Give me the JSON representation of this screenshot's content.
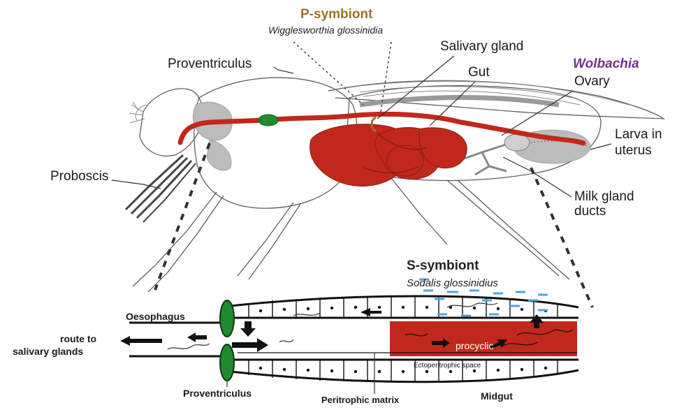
{
  "labels": {
    "p_symbiont_title": "P-symbiont",
    "p_symbiont_species": "Wigglesworthia glossinidia",
    "salivary_gland": "Salivary gland",
    "proventriculus_top": "Proventriculus",
    "wolbachia": "Wolbachia",
    "gut": "Gut",
    "ovary": "Ovary",
    "larva_line1": "Larva in",
    "larva_line2": "uterus",
    "proboscis": "Proboscis",
    "milk_gland_line1": "Milk gland",
    "milk_gland_line2": "ducts",
    "s_symbiont_title": "S-symbiont",
    "s_symbiont_species": "Sodalis glossinidius",
    "oesophagus": "Oesophagus",
    "route_line1": "route to",
    "route_line2": "salivary glands",
    "procyclic": "procyclic",
    "ectoperitrophic": "Ectoperitrophic space",
    "proventriculus_bottom": "Proventriculus",
    "peritrophic_matrix": "Peritrophic matrix",
    "midgut": "Midgut"
  },
  "colors": {
    "p_symbiont": "#a0702a",
    "wolbachia": "#7a2f8f",
    "gut_red": "#c1281c",
    "proventriculus_green": "#1f8a2e",
    "sodalis_blue": "#4aa6e0",
    "tissue_grey": "#bcbcbc"
  }
}
